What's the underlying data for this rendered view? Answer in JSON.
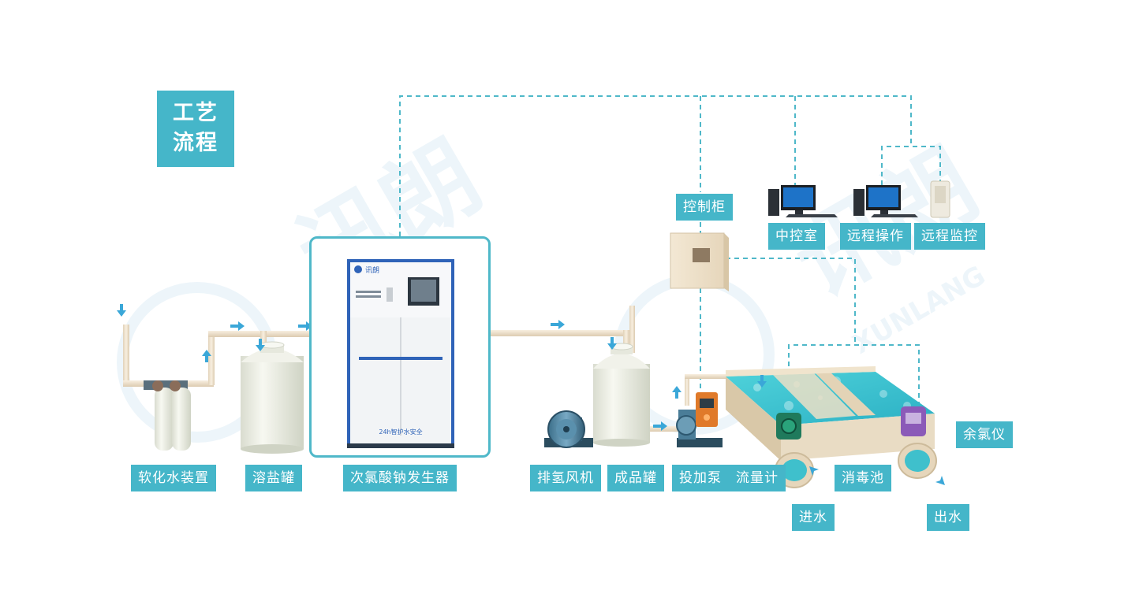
{
  "title": {
    "line1": "工艺",
    "line2": "流程"
  },
  "watermark": {
    "brand_cn": "讯朗",
    "brand_en": "XUNLANG"
  },
  "generator": {
    "logo_text": "讯朗",
    "tagline": "24h智护水安全"
  },
  "labels": {
    "softener": "软化水装置",
    "salt_tank": "溶盐罐",
    "generator": "次氯酸钠发生器",
    "hydrogen_fan": "排氢风机",
    "product_tank": "成品罐",
    "dosing_pump": "投加泵",
    "flow_meter": "流量计",
    "disinfection_pool": "消毒池",
    "water_in": "进水",
    "water_out": "出水",
    "residual_chlorine": "余氯仪",
    "control_cabinet": "控制柜",
    "central_control": "中控室",
    "remote_operation": "远程操作",
    "remote_monitoring": "远程监控"
  },
  "colors": {
    "accent": "#45b6c9",
    "dash": "#4fb8c9",
    "pipe": "#f4e9d8",
    "pipe_edge": "#dccbb0",
    "arrow": "#3aa7d8",
    "tank": "#eef0e6",
    "cabinet": "#efe3cf",
    "generator_blue": "#2f63b8",
    "pool_water": "#37c3cf",
    "pool_wall": "#e9dcc4"
  }
}
